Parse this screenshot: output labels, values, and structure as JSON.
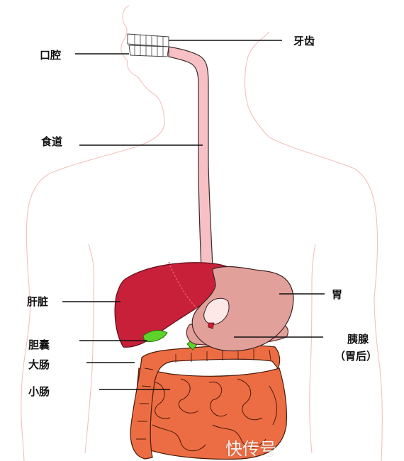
{
  "labels": {
    "mouth": "口腔",
    "teeth": "牙齿",
    "esophagus": "食道",
    "liver": "肝脏",
    "stomach": "胃",
    "gallbladder": "胆囊",
    "pancreas": "胰腺",
    "pancreas_note": "（胃后）",
    "large_intestine": "大肠",
    "small_intestine": "小肠"
  },
  "watermark": "快传号",
  "colors": {
    "body_outline": "#f0c2bc",
    "esophagus": "#f7c0c4",
    "liver": "#c9203a",
    "stomach": "#e2a09a",
    "gallbladder": "#5ed22a",
    "intestine": "#ec6d43",
    "leader_line": "#111111"
  }
}
